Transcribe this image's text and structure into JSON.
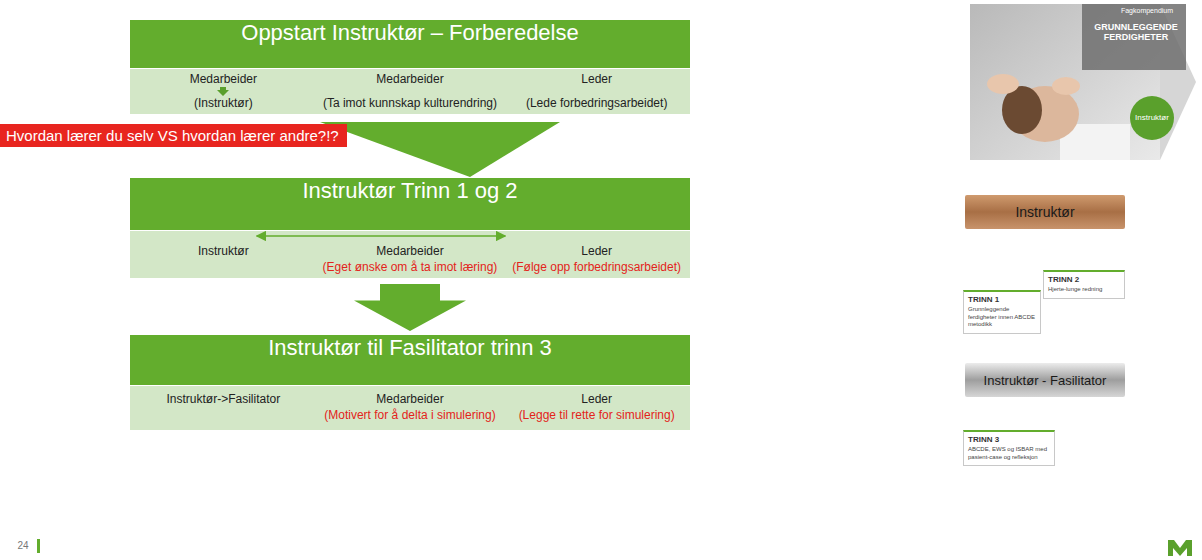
{
  "diagram": {
    "nodes": [
      {
        "text": [
          "Oppstart Instruktør – Forberedelse"
        ]
      },
      {
        "text": [
          "Medarbeider",
          "(Instruktør)"
        ],
        "in": 0
      },
      {
        "text": [
          "Medarbeider",
          "(Ta imot kunnskap kulturendring)"
        ],
        "in": 0
      },
      {
        "text": [
          "Leder",
          "(Lede forbedringsarbeidet)"
        ],
        "in": 0
      },
      {
        "text": [
          "Instruktør Trinn 1 og 2"
        ]
      },
      {
        "text": [
          "Instruktør"
        ],
        "in": 4
      },
      {
        "text": [
          "Medarbeider",
          "(Eget ønske om å ta imot læring)"
        ],
        "in": 4
      },
      {
        "text": [
          "Leder",
          "(Følge opp forbedringsarbeidet)"
        ],
        "in": 4
      },
      {
        "text": [
          "Instruktør til Fasilitator trinn 3"
        ]
      },
      {
        "text": [
          "Instruktør->Fasilitator"
        ],
        "in": 8
      },
      {
        "text": [
          "Medarbeider",
          "(Motivert for å delta i simulering)"
        ],
        "in": 8
      },
      {
        "text": [
          "Leder",
          "(Legge til rette for simulering)"
        ],
        "in": 8
      },
      {
        "text": [
          "Instruktør"
        ]
      },
      {
        "text": [
          "Instruktør - Fasilitator"
        ]
      },
      {
        "text": [
          "TRINN 1",
          "Grunnleggende ferdigheter innen ABCDE metodikk"
        ]
      },
      {
        "text": [
          "TRINN 2",
          "Hjerte-lunge redning"
        ]
      },
      {
        "text": [
          "TRINN 3",
          "ABCDE, EWS og ISBAR med pasient-case og refleksjon"
        ]
      }
    ],
    "edges": [
      {
        "from": 0,
        "to": 4,
        "arrow": "to",
        "label": "Hvordan lærer du selv VS hvordan lærer andre?!?"
      },
      {
        "from": 4,
        "to": 8,
        "arrow": "to"
      },
      {
        "from": 5,
        "to": 7,
        "arrow": "both"
      }
    ],
    "labels": [
      "Fagkompendium",
      "GRUNNLEGGENDE FERDIGHETER",
      "Instruktør",
      "24"
    ]
  }
}
